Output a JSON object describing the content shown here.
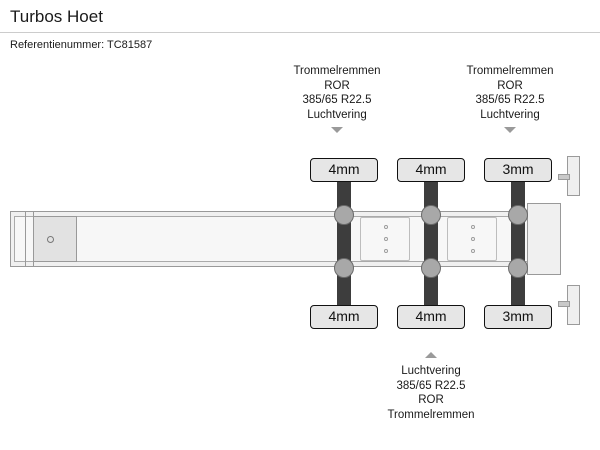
{
  "header": {
    "title": "Turbos Hoet",
    "reference": "Referentienummer: TC81587"
  },
  "diagram": {
    "top_annotations": [
      {
        "text": "Trommelremmen\nROR\n385/65 R22.5\nLuchtvering"
      },
      {
        "text": "Trommelremmen\nROR\n385/65 R22.5\nLuchtvering"
      }
    ],
    "bottom_annotations": [
      {
        "text": "Luchtvering\n385/65 R22.5\nROR\nTrommelremmen"
      }
    ],
    "axles": [
      {
        "top_tread": "4mm",
        "bottom_tread": "4mm"
      },
      {
        "top_tread": "4mm",
        "bottom_tread": "4mm"
      },
      {
        "top_tread": "3mm",
        "bottom_tread": "3mm"
      }
    ],
    "colors": {
      "axle": "#3d3d3d",
      "hub": "#a8a8a8",
      "chassis_fill": "#f7f7f7",
      "chassis_stroke": "#999999",
      "tread_fill": "#e6e6e6",
      "tread_stroke": "#111111",
      "rule": "#cccccc"
    }
  }
}
